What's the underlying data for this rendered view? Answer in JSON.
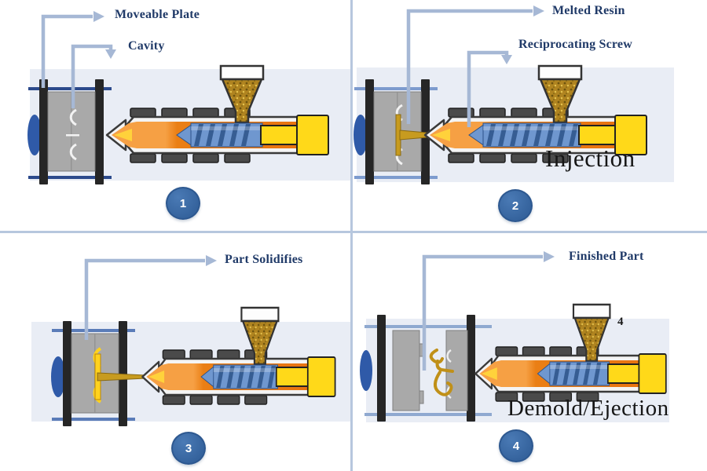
{
  "diagram": {
    "subject": "Injection molding process, four steps"
  },
  "colors": {
    "page_bg": "#ffffff",
    "band_bg": "#e9edf5",
    "divider": "#b7c7de",
    "label_text": "#203a68",
    "callout_arrow": "#a6b8d5",
    "caption_text": "#161616",
    "step_badge": "#3a6aa6",
    "step_badge_border": "#2d5890",
    "step_number": "#ffffff",
    "melt_orange": "#ea7f15",
    "screw_blue": "#6f97cf",
    "machine_yellow": "#ffd919",
    "resin_gold": "#b08420",
    "mold_gray": "#a9a9a9",
    "frame_dark": "#262626"
  },
  "panels": [
    {
      "step": "1",
      "labels": [
        "Moveable Plate",
        "Cavity"
      ],
      "caption": ""
    },
    {
      "step": "2",
      "labels": [
        "Melted Resin",
        "Reciprocating Screw"
      ],
      "caption": "Injection"
    },
    {
      "step": "3",
      "labels": [
        "Part Solidifies"
      ],
      "caption": ""
    },
    {
      "step": "4",
      "labels": [
        "Finished Part"
      ],
      "caption": "Demold/Ejection",
      "corner_mark": "4"
    }
  ]
}
